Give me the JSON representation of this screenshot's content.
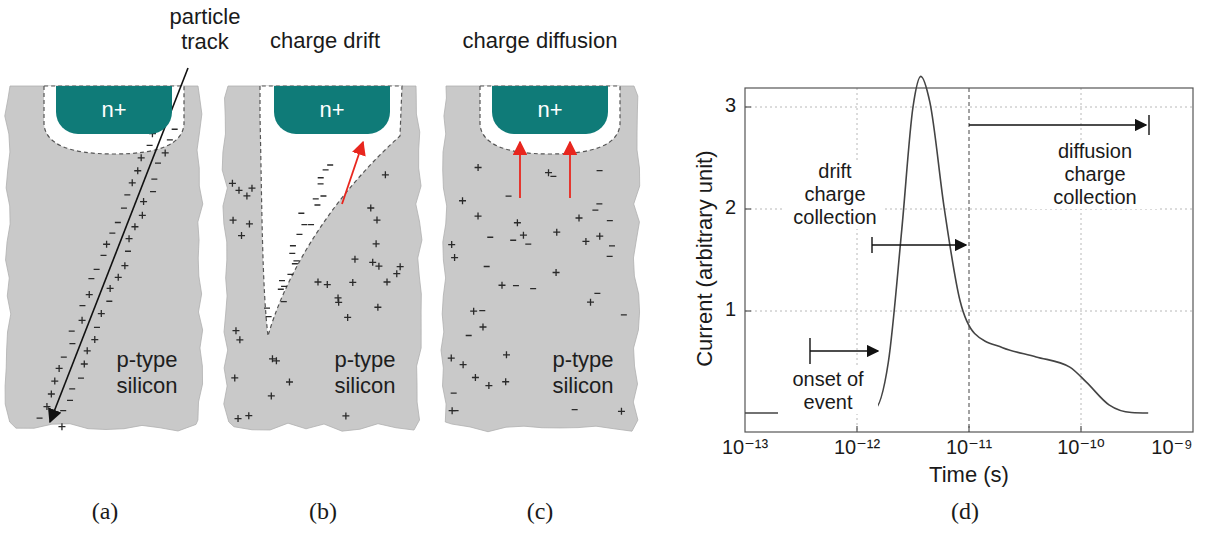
{
  "diagram": {
    "nodes": [
      {
        "text": [
          "p-type silicon"
        ]
      },
      {
        "text": [
          "n+"
        ],
        "in": 0
      },
      {
        "text": [
          "p-type silicon"
        ]
      },
      {
        "text": [
          "n+"
        ],
        "in": 2
      },
      {
        "text": [
          "p-type silicon"
        ]
      },
      {
        "text": [
          "n+"
        ],
        "in": 4
      }
    ],
    "labels": [
      "particle track",
      "charge drift",
      "charge diffusion",
      "(a)",
      "(b)",
      "(c)",
      "(d)",
      "Current (arbitrary unit)",
      "3",
      "2",
      "1",
      "10⁻¹³",
      "10⁻¹²",
      "10⁻¹¹",
      "10⁻¹⁰",
      "10⁻⁹",
      "Time (s)",
      "onset of event",
      "drift charge collection",
      "diffusion charge collection"
    ]
  }
}
